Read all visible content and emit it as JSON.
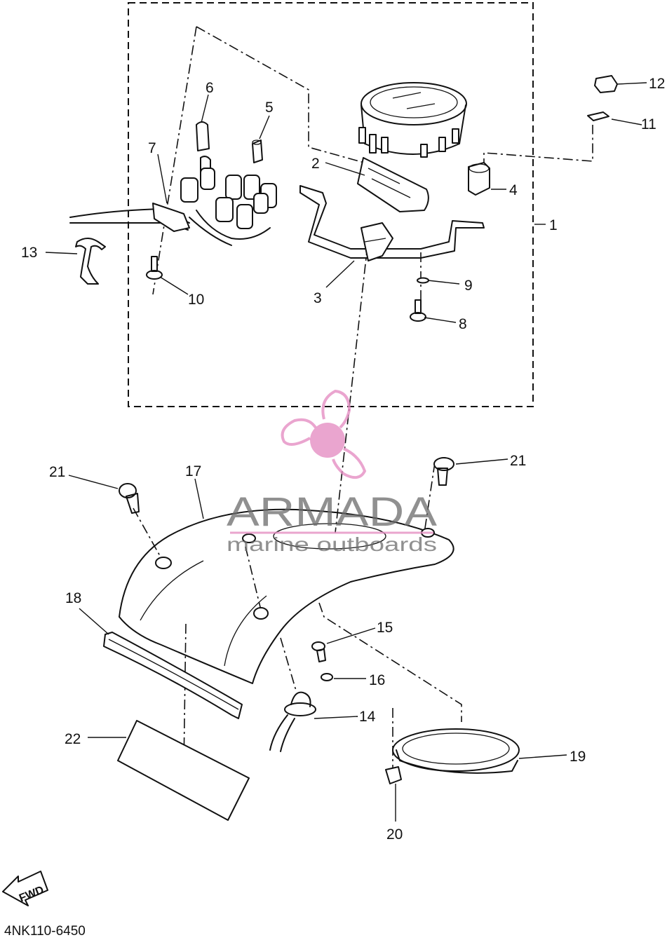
{
  "callouts": [
    {
      "id": "1",
      "text": "1"
    },
    {
      "id": "2",
      "text": "2"
    },
    {
      "id": "3",
      "text": "3"
    },
    {
      "id": "4",
      "text": "4"
    },
    {
      "id": "5",
      "text": "5"
    },
    {
      "id": "6",
      "text": "6"
    },
    {
      "id": "7",
      "text": "7"
    },
    {
      "id": "8",
      "text": "8"
    },
    {
      "id": "9",
      "text": "9"
    },
    {
      "id": "10",
      "text": "10"
    },
    {
      "id": "11",
      "text": "11"
    },
    {
      "id": "12",
      "text": "12"
    },
    {
      "id": "13",
      "text": "13"
    },
    {
      "id": "14",
      "text": "14"
    },
    {
      "id": "15",
      "text": "15"
    },
    {
      "id": "16",
      "text": "16"
    },
    {
      "id": "17",
      "text": "17"
    },
    {
      "id": "18",
      "text": "18"
    },
    {
      "id": "19",
      "text": "19"
    },
    {
      "id": "20",
      "text": "20"
    },
    {
      "id": "21a",
      "text": "21"
    },
    {
      "id": "21b",
      "text": "21"
    },
    {
      "id": "22",
      "text": "22"
    }
  ],
  "direction_badge": "FWD",
  "diagram_code": "4NK110-6450",
  "watermark": {
    "brand": "ARMADA",
    "tagline": "marine outboards",
    "accent_color": "#e58fc3"
  }
}
